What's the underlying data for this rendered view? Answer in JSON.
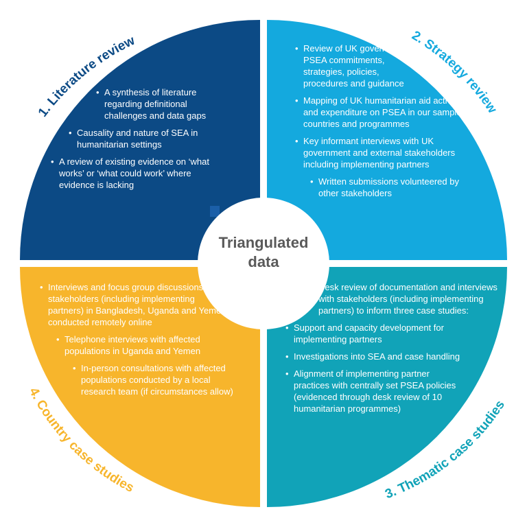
{
  "center": {
    "line1": "Triangulated",
    "line2": "data"
  },
  "colors": {
    "literature": "#0c4a85",
    "strategy": "#14a9de",
    "country": "#f7b52c",
    "thematic": "#11a3b8",
    "center_text": "#5a5a5a"
  },
  "quadrants": {
    "literature": {
      "title": "1. Literature review",
      "items": [
        "A synthesis of literature regarding definitional challenges and data gaps",
        "Causality and nature of SEA in humanitarian settings",
        "A review of existing evidence on ‘what works’ or ‘what could work’ where evidence is lacking"
      ]
    },
    "strategy": {
      "title": "2. Strategy review",
      "items": [
        "Review of UK government PSEA commitments, strategies, policies, procedures and guidance",
        "Mapping of UK humanitarian aid activities and expenditure on PSEA in our sampled countries and programmes",
        "Key informant interviews with UK government and external stakeholders including implementing partners",
        "Written submissions volunteered by other stakeholders"
      ]
    },
    "thematic": {
      "title": "3. Thematic case studies",
      "intro": "Desk review of documentation and interviews with stakeholders (including implementing partners) to inform three case studies:",
      "items": [
        "Support and capacity development for implementing partners",
        "Investigations into SEA and case handling",
        "Alignment of implementing partner practices with centrally set PSEA policies (evidenced through desk review of 10 humanitarian programmes)"
      ]
    },
    "country": {
      "title": "4. Country case studies",
      "items": [
        "Interviews and focus group discussions with stakeholders (including implementing partners) in Bangladesh, Uganda and Yemen, conducted remotely online",
        "Telephone interviews with affected populations in Uganda and Yemen",
        "In-person consultations with affected populations conducted by a local research team (if circumstances allow)"
      ]
    }
  }
}
